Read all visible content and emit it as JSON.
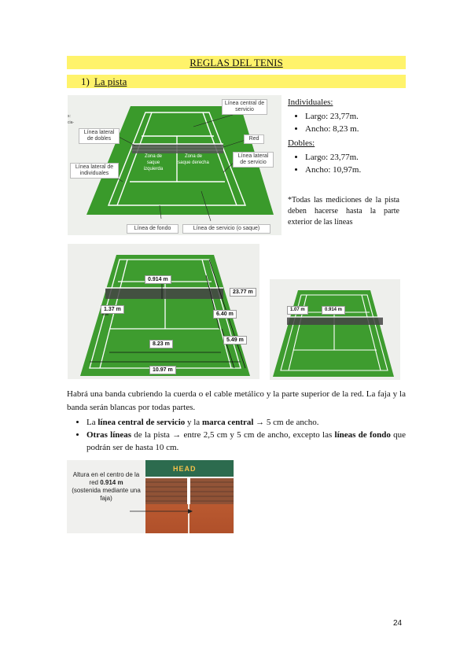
{
  "title": "REGLAS DEL TENIS",
  "section": {
    "number": "1)",
    "title": "La pista"
  },
  "figure1": {
    "left_cut": [
      "s:",
      "cia-"
    ],
    "labels": {
      "center_line": "Línea central de servicio",
      "doubles_side": "Línea lateral de dobles",
      "net": "Red",
      "singles_side": "Línea lateral de individuales",
      "left_service": "Zona de saque izquierda",
      "right_service": "Zona de saque derecha",
      "right_side": "Línea lateral de servicio",
      "baseline": "Línea de fondo",
      "service_line": "Línea de servicio (o saque)"
    }
  },
  "singles": {
    "heading": "Individuales:",
    "items": [
      "Largo: 23,77m.",
      "Ancho: 8,23 m."
    ]
  },
  "doubles": {
    "heading": "Dobles:",
    "items": [
      "Largo: 23,77m.",
      "Ancho: 10,97m."
    ]
  },
  "note": "*Todas las mediciones de la pista deben hacerse hasta la parte exterior de las líneas",
  "figure2": {
    "net_h": "0.914 m",
    "length": "23.77 m",
    "alley": "1.37 m",
    "service_len": "6.40 m",
    "singles_w": "8.23 m",
    "back_len": "5.49 m",
    "doubles_w": "10.97 m"
  },
  "figure3": {
    "left": "1.07 m",
    "net": "0.914 m"
  },
  "paragraph": "Habrá una banda cubriendo la cuerda o el cable metálico y la parte superior de la red. La faja y la banda serán blancas por todas partes.",
  "bullet1": {
    "a": "La ",
    "b": "línea central de servicio",
    "c": " y la ",
    "d": "marca central",
    "e": " → 5 cm de ancho."
  },
  "bullet2": {
    "a": "Otras líneas",
    "b": " de la pista → entre 2,5 cm y 5 cm de ancho, excepto las ",
    "c": "líneas de fondo",
    "d": " que podrán ser de hasta 10 cm."
  },
  "figure4": {
    "caption_a": "Altura en el centro de la red ",
    "caption_b": "0.914 m",
    "caption_c": "(sostenida mediante una faja)",
    "brand": "HEAD"
  },
  "page_number": "24"
}
